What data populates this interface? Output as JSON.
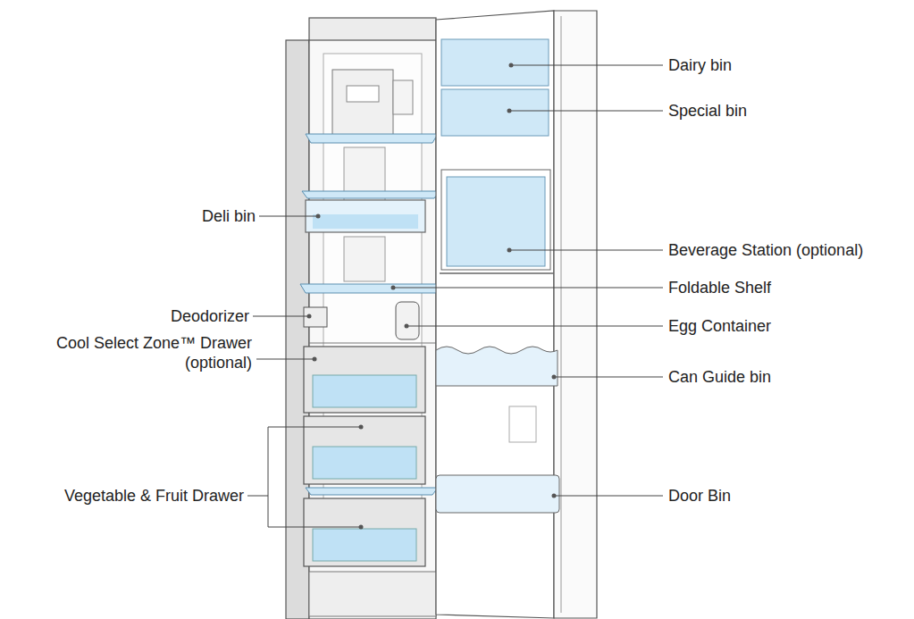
{
  "diagram": {
    "labels": [
      "Dairy bin",
      "Special bin",
      "Deli bin",
      "Beverage Station (optional)",
      "Foldable Shelf",
      "Deodorizer",
      "Egg Container",
      "Cool Select Zone™ Drawer (optional)",
      "Can Guide bin",
      "Vegetable & Fruit Drawer",
      "Door Bin"
    ]
  }
}
